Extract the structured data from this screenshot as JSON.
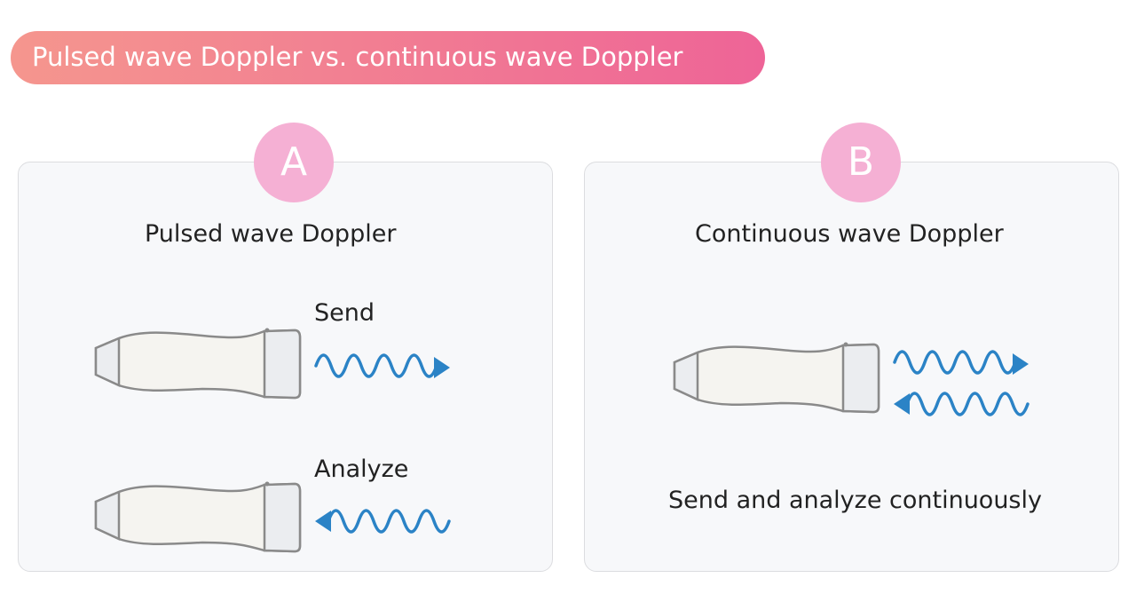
{
  "header": {
    "title": "Pulsed wave Doppler vs. continuous wave Doppler"
  },
  "panel_a": {
    "badge": "A",
    "title": "Pulsed wave Doppler",
    "send_label": "Send",
    "analyze_label": "Analyze"
  },
  "panel_b": {
    "badge": "B",
    "title": "Continuous wave Doppler",
    "caption": "Send and analyze continuously"
  },
  "colors": {
    "accent_start": "#f5968e",
    "accent_end": "#ee6497",
    "badge": "#f5b0d4",
    "wave": "#2b83c6",
    "probe_outline": "#8a8a8a"
  }
}
